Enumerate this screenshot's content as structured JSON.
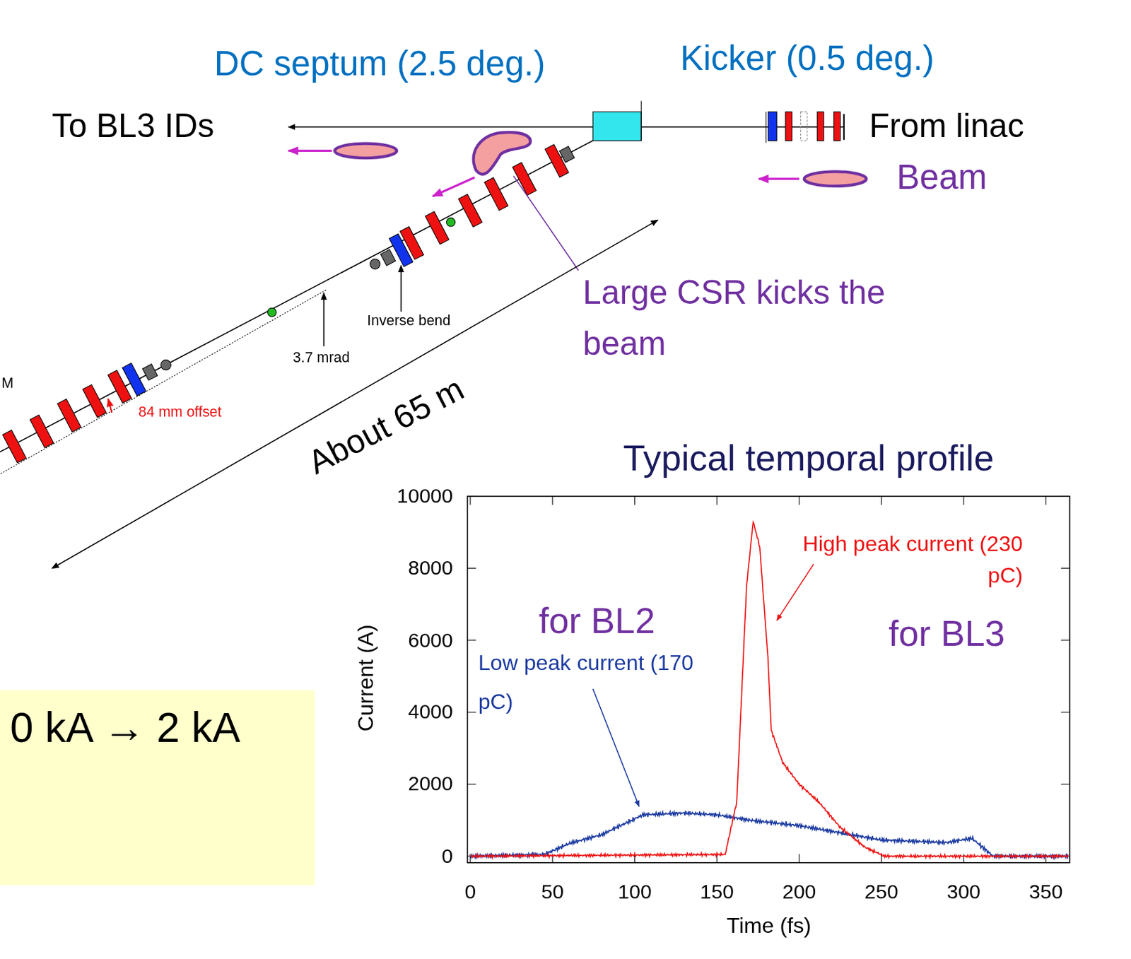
{
  "diagram": {
    "nodes": [
      {
        "text": [
          "0 kA → 2 kA"
        ]
      }
    ],
    "labels": [
      "DC septum (2.5 deg.)",
      "Kicker (0.5 deg.)",
      "To BL3 IDs",
      "From linac",
      "Beam",
      "Large CSR kicks the beam",
      "Inverse bend",
      "3.7 mrad",
      "M",
      "84 mm offset",
      "About 65 m",
      "Typical temporal profile",
      "High peak current (230 pC)",
      "for BL2",
      "Low peak current (170 pC)",
      "for BL3",
      "Current (A)",
      "Time (fs)",
      "10000",
      "8000",
      "6000",
      "4000",
      "2000",
      "0",
      "0",
      "50",
      "100",
      "150",
      "200",
      "250",
      "300",
      "350"
    ]
  }
}
